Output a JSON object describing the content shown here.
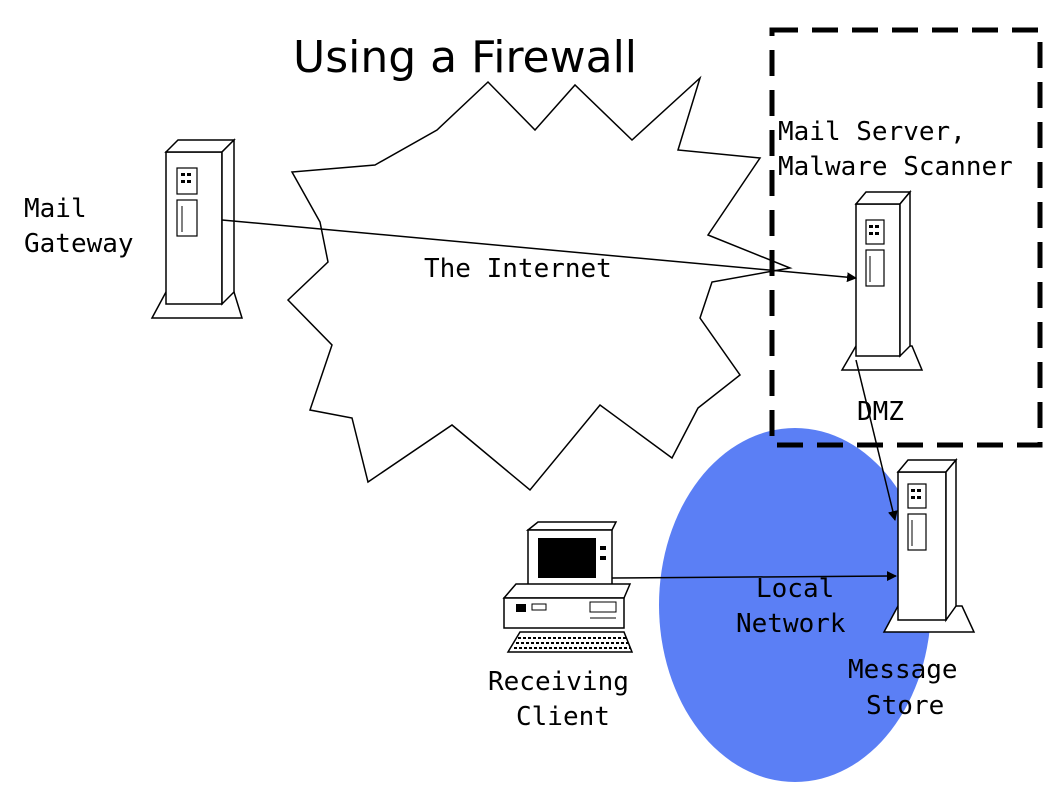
{
  "title": "Using a Firewall",
  "nodes": {
    "mail_gateway": {
      "line1": "Mail",
      "line2": "Gateway"
    },
    "mail_server": {
      "line1": "Mail Server,",
      "line2": "Malware Scanner"
    },
    "message_store": {
      "line1": "Message",
      "line2": "Store"
    },
    "receiving_client": {
      "line1": "Receiving",
      "line2": "Client"
    }
  },
  "regions": {
    "internet": "The Internet",
    "dmz": "DMZ",
    "local_network": {
      "line1": "Local",
      "line2": "Network"
    }
  },
  "colors": {
    "local_network_fill": "#5b7ff5",
    "dmz_border": "#000000"
  }
}
